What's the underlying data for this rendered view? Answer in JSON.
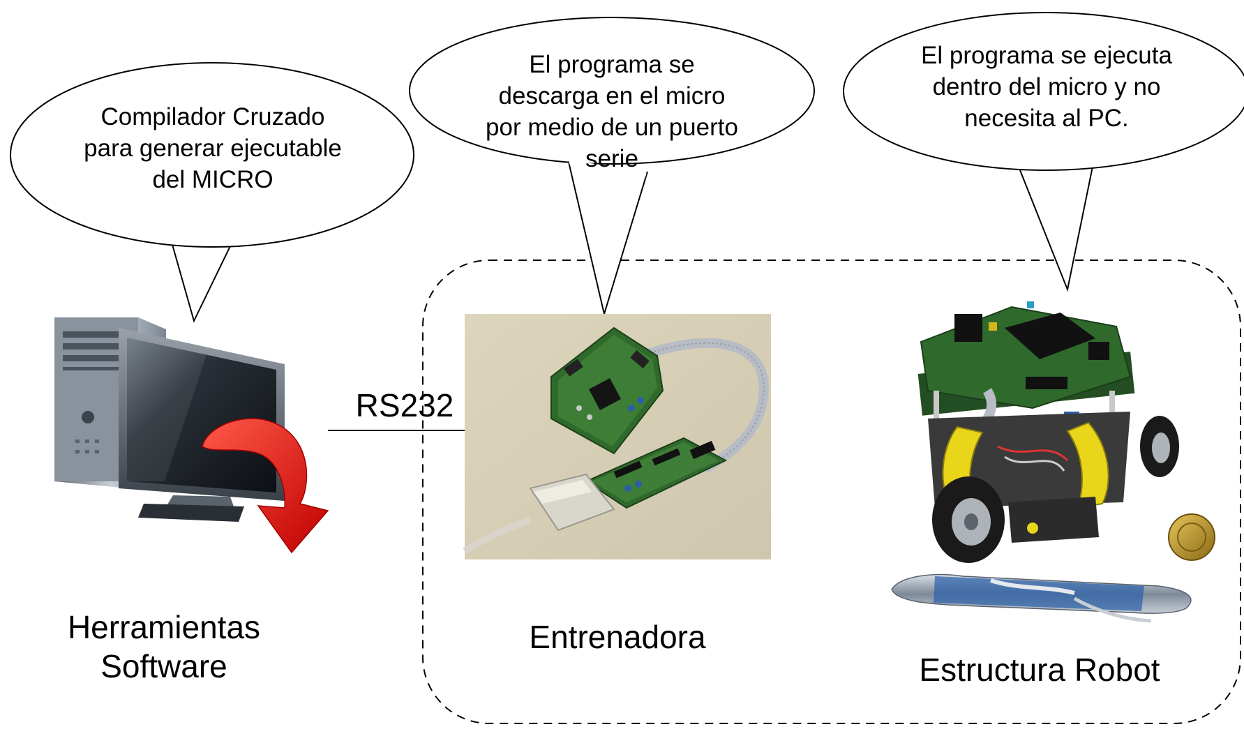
{
  "bubbles": {
    "compiler": "Compilador Cruzado para generar ejecutable del MICRO",
    "download": "El programa se descarga en el micro por medio de un puerto serie",
    "execute": "El programa se ejecuta dentro del micro y no necesita al PC."
  },
  "link_label": "RS232",
  "labels": {
    "software_line1": "Herramientas",
    "software_line2": "Software",
    "trainer": "Entrenadora",
    "robot": "Estructura Robot"
  },
  "colors": {
    "arrow_red": "#e01010",
    "pcb_green": "#2f6a2c",
    "chassis_yellow": "#e9d51a",
    "ribbon_gray": "#b8bcc4",
    "pen_blue": "#2a5fa8"
  }
}
